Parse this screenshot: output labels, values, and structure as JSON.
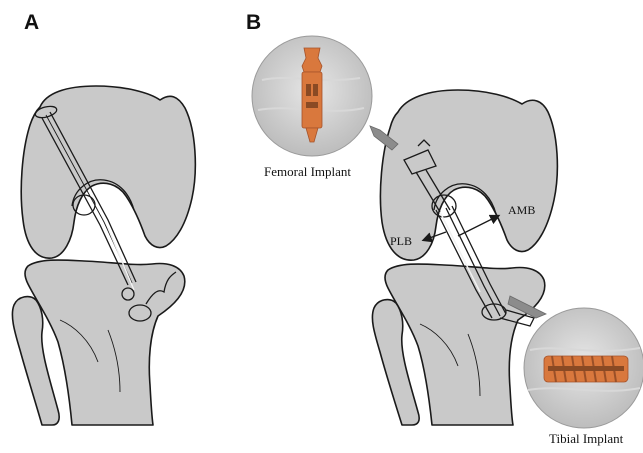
{
  "panels": {
    "a": {
      "letter": "A"
    },
    "b": {
      "letter": "B"
    }
  },
  "labels": {
    "femoral_implant": "Femoral Implant",
    "tibial_implant": "Tibial Implant",
    "plb": "PLB",
    "amb": "AMB"
  },
  "colors": {
    "bone_fill": "#c9c9c9",
    "outline": "#1a1a1a",
    "implant_orange": "#d9783d",
    "photo_background": "#cfcfcf",
    "arrow_gray": "#8c8c8c"
  }
}
